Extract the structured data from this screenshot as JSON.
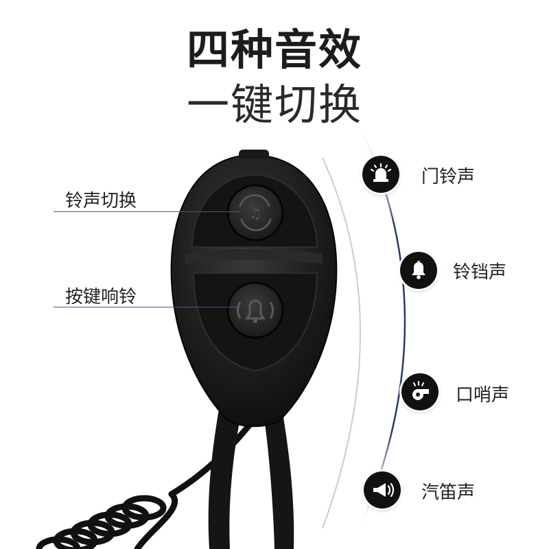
{
  "headline": {
    "line1": "四种音效",
    "line2": "一键切换"
  },
  "callouts": {
    "switch": "铃声切换",
    "ring": "按键响铃"
  },
  "sounds": [
    {
      "label": "门铃声",
      "icon": "siren-icon"
    },
    {
      "label": "铃铛声",
      "icon": "bell-icon"
    },
    {
      "label": "口哨声",
      "icon": "whistle-icon"
    },
    {
      "label": "汽笛声",
      "icon": "horn-icon"
    }
  ],
  "colors": {
    "device": "#1a1a1a",
    "accent_line": "#3a5a9a",
    "arc": "#2b3a66"
  }
}
